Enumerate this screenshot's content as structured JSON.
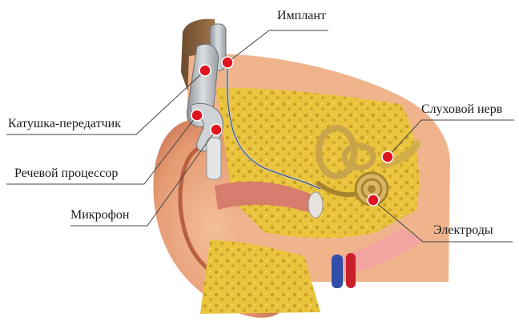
{
  "labels": {
    "implant": "Имплант",
    "coil": "Катушка-передатчик",
    "processor": "Речевой процессор",
    "microphone": "Микрофон",
    "nerve": "Слуховой нерв",
    "electrodes": "Электроды"
  },
  "colors": {
    "marker": "#e0141e",
    "leader_line": "#444444",
    "skin": "#e8a27a",
    "bone": "#e8c23a",
    "device": "#b5b8bb"
  }
}
